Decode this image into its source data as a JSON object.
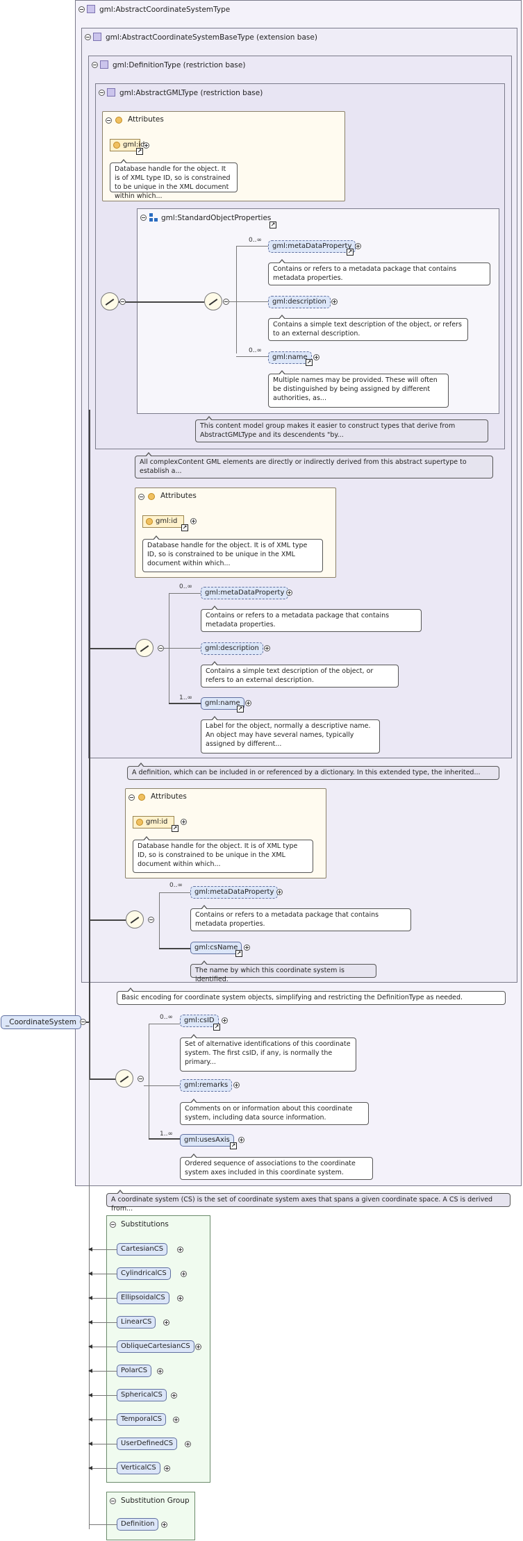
{
  "root": {
    "label": "_CoordinateSystem"
  },
  "frames": {
    "abstract_cs": "gml:AbstractCoordinateSystemType",
    "abstract_cs_base": "gml:AbstractCoordinateSystemBaseType (extension base)",
    "definition_type": "gml:DefinitionType (restriction base)",
    "abstract_gml": "gml:AbstractGMLType (restriction base)",
    "standard_object": "gml:StandardObjectProperties"
  },
  "attributes_label": "Attributes",
  "gml_id": "gml:id",
  "gml_id_note": "Database handle for the object. It is of XML type ID, so is constrained to be unique in the XML document within which...",
  "elements": {
    "metadata": "gml:metaDataProperty",
    "metadata_note": "Contains or refers to a metadata package that contains metadata properties.",
    "description": "gml:description",
    "description_note": "Contains a simple text description of the object, or refers to an external description.",
    "name": "gml:name",
    "name_note_sop": "Multiple names may be provided. These will often be distinguished by being assigned by different authorities, as...",
    "name_note_def": "Label for the object, normally a descriptive name. An object may have several names, typically assigned by different...",
    "csname": "gml:csName",
    "csname_note": "The name by which this coordinate system is identified.",
    "csid": "gml:csID",
    "csid_note": "Set of alternative identifications of this coordinate system. The first csID, if any, is normally the primary...",
    "remarks": "gml:remarks",
    "remarks_note": "Comments on or information about this coordinate system, including data source information.",
    "usesaxis": "gml:usesAxis",
    "usesaxis_note": "Ordered sequence of associations to the coordinate system axes included in this coordinate system."
  },
  "cards": {
    "zero_inf": "0..∞",
    "one_inf": "1..∞"
  },
  "notes": {
    "sop_group": "This content model group makes it easier to construct types that derive from AbstractGMLType and its descendents \"by...",
    "abstract_gml": "All complexContent GML elements are directly or indirectly derived from this abstract supertype to establish a...",
    "definition": "A definition, which can be included in or referenced by a dictionary. In this extended type, the inherited...",
    "base": "Basic encoding for coordinate system objects, simplifying and restricting the DefinitionType as needed.",
    "cs": "A coordinate system (CS) is the set of coordinate system axes that spans a given coordinate space. A CS is derived from..."
  },
  "substitutions": {
    "title": "Substitutions",
    "items": [
      "CartesianCS",
      "CylindricalCS",
      "EllipsoidalCS",
      "LinearCS",
      "ObliqueCartesianCS",
      "PolarCS",
      "SphericalCS",
      "TemporalCS",
      "UserDefinedCS",
      "VerticalCS"
    ]
  },
  "substitution_group": {
    "title": "Substitution Group",
    "items": [
      "Definition"
    ]
  }
}
